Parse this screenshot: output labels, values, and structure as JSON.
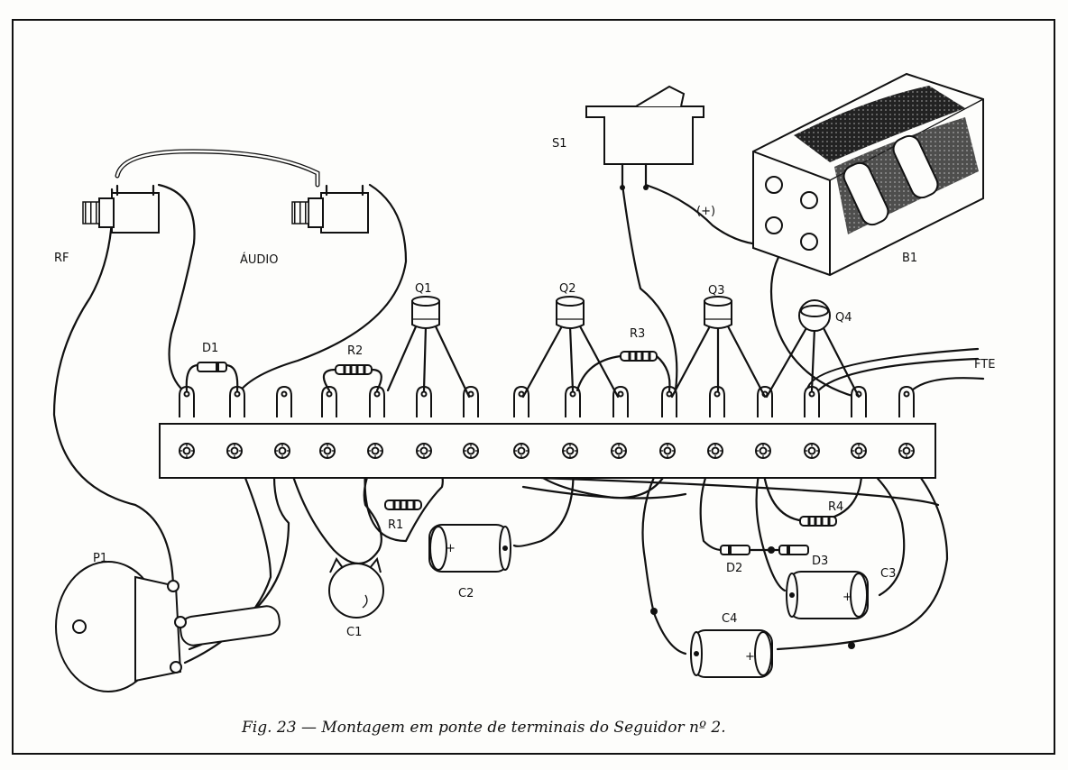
{
  "figure": {
    "caption": "Fig. 23 — Montagem em ponte de terminais do Seguidor nº 2.",
    "labels": {
      "rf": "RF",
      "audio": "ÁUDIO",
      "s1": "S1",
      "plus": "(+)",
      "b1": "B1",
      "q1": "Q1",
      "q2": "Q2",
      "q3": "Q3",
      "q4": "Q4",
      "r3": "R3",
      "fte": "FTE",
      "d1": "D1",
      "r2": "R2",
      "r1": "R1",
      "r4": "R4",
      "d2": "D2",
      "d3": "D3",
      "c1": "C1",
      "c2": "C2",
      "c3": "C3",
      "c4": "C4",
      "p1": "P1",
      "cap_plus": "+"
    }
  }
}
